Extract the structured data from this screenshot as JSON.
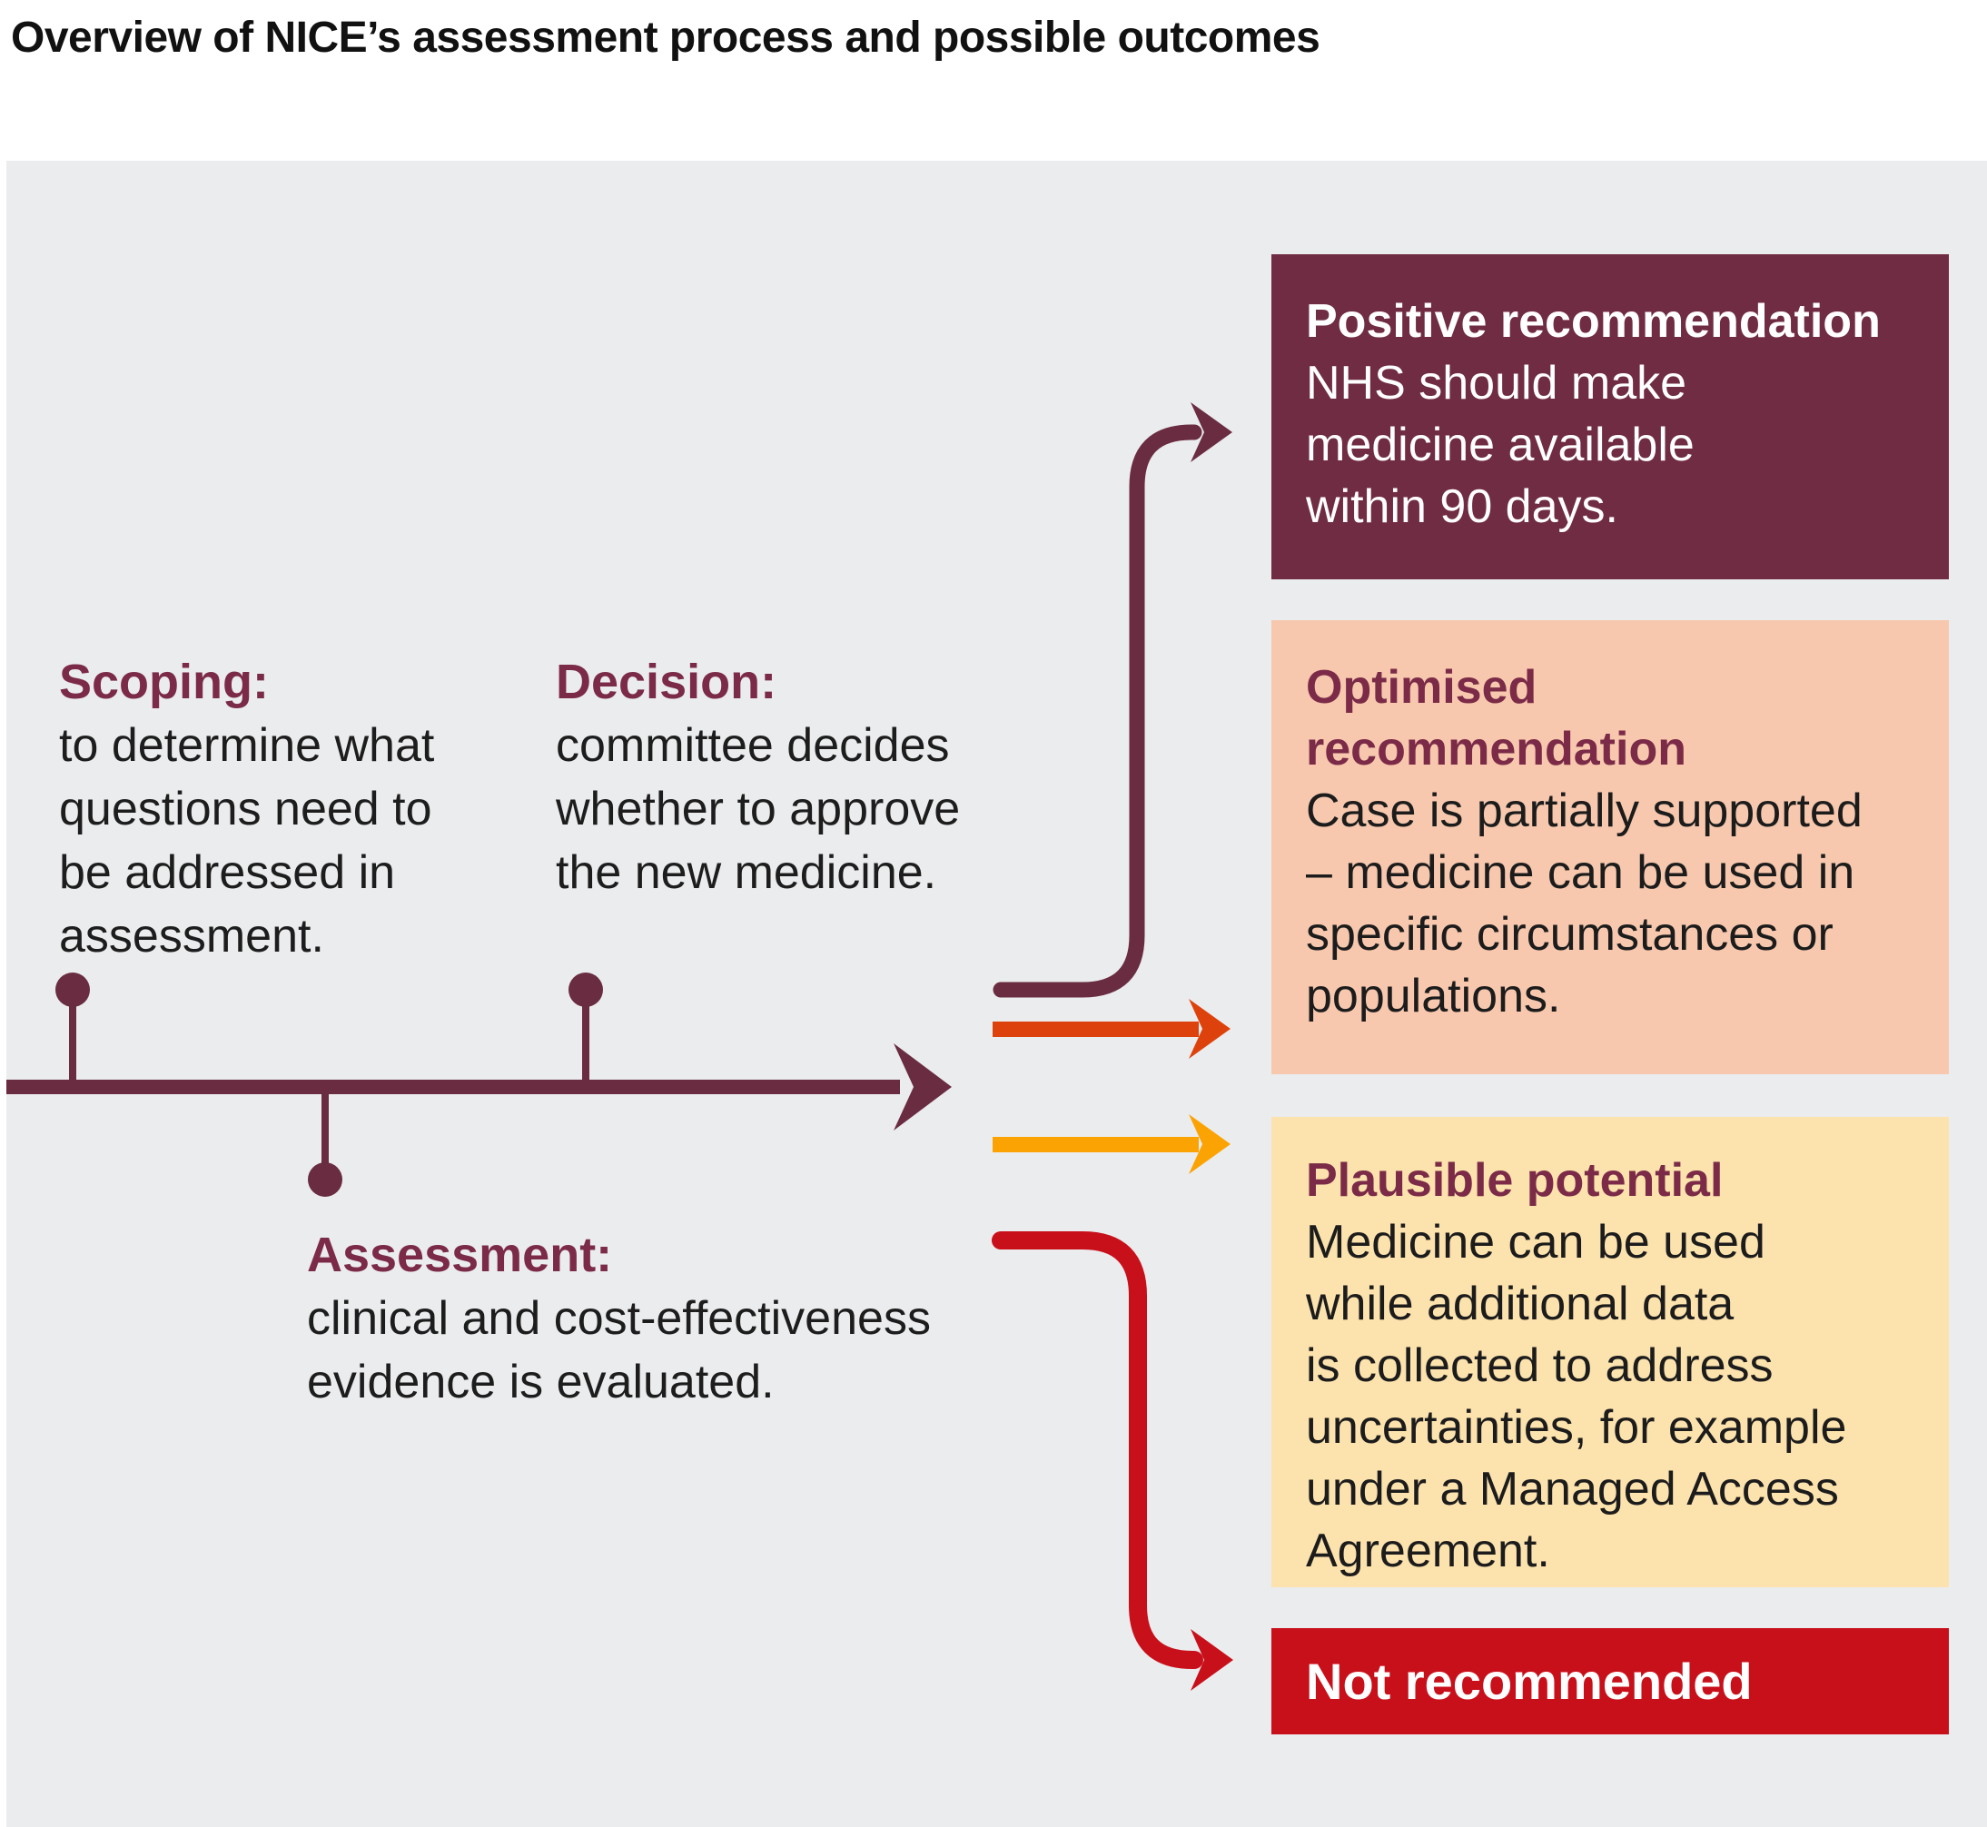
{
  "title": "Overview of NICE’s assessment process and possible outcomes",
  "colors": {
    "panel_bg": "#ebecee",
    "maroon_shape": "#692c40",
    "maroon_heading": "#7b2b47",
    "positive_box_bg": "#702c42",
    "optimised_box_bg": "#f7c8ae",
    "plausible_box_bg": "#fce2ad",
    "not_recommended_bg": "#c8101b",
    "orange_arrow": "#de420c",
    "amber_arrow": "#fba303",
    "red_arrow": "#c8101b",
    "body_text": "#1d1d1d",
    "white_text": "#ffffff"
  },
  "process": {
    "scoping": {
      "heading": "Scoping:",
      "line1": "to determine what",
      "line2": "questions need to",
      "line3": "be addressed in",
      "line4": "assessment."
    },
    "assessment": {
      "heading": "Assessment:",
      "line1": "clinical and cost-effectiveness",
      "line2": "evidence is evaluated."
    },
    "decision": {
      "heading": "Decision:",
      "line1": "committee decides",
      "line2": "whether to approve",
      "line3": "the new medicine."
    }
  },
  "outcomes": {
    "positive": {
      "heading": "Positive recommendation",
      "line1": "NHS should make",
      "line2": "medicine available",
      "line3": "within 90 days."
    },
    "optimised": {
      "heading": "Optimised recommendation",
      "line1": "Case is partially supported",
      "line2": "– medicine can be used in",
      "line3": "specific circumstances or",
      "line4": "populations."
    },
    "plausible": {
      "heading": "Plausible potential",
      "line1": "Medicine can be used",
      "line2": "while additional data",
      "line3": "is collected to address",
      "line4": "uncertainties, for example",
      "line5": "under a Managed Access",
      "line6": "Agreement."
    },
    "not_recommended": {
      "heading": "Not recommended"
    }
  }
}
